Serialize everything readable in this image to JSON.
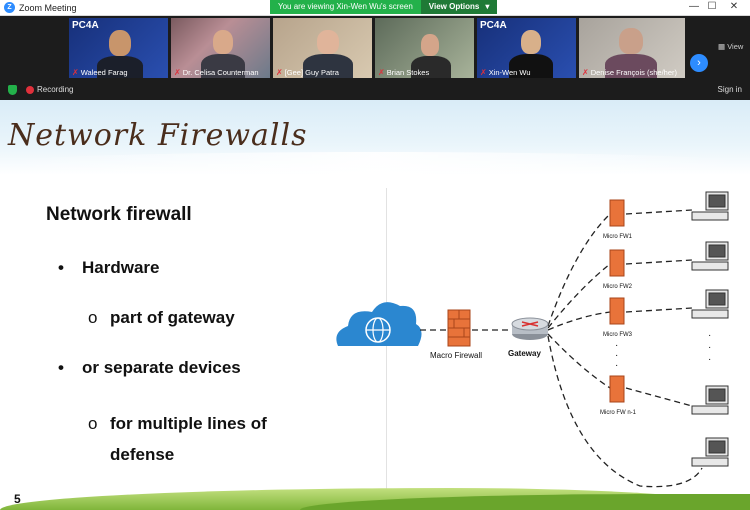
{
  "window": {
    "title": "Zoom Meeting",
    "share_banner": "You are viewing Xin-Wen Wu's screen",
    "view_options": "View Options",
    "minimize": "—",
    "maximize": "☐",
    "close": "✕"
  },
  "gallery": {
    "participants": [
      {
        "name": "Waleed Farag",
        "badge": "PC4A"
      },
      {
        "name": "Dr. Celisa Counterman",
        "badge": ""
      },
      {
        "name": "[Gee] Guy Patra",
        "badge": ""
      },
      {
        "name": "Brian Stokes",
        "badge": ""
      },
      {
        "name": "Xin-Wen Wu",
        "badge": "PC4A"
      },
      {
        "name": "Denise François (she/her)",
        "badge": ""
      }
    ],
    "view_label": "View",
    "next_icon": "chevron-right-icon"
  },
  "status": {
    "recording": "Recording",
    "sign_in": "Sign in"
  },
  "slide": {
    "title": "Network Firewalls",
    "heading": "Network firewall",
    "bullets": {
      "b1": "Hardware",
      "b2": "part of gateway",
      "b3": "or separate devices",
      "b4": "for multiple lines of defense"
    },
    "bullet_glyph": "•",
    "sub_bullet_glyph": "o",
    "page_number": "5",
    "diagram": {
      "macro_firewall": "Macro Firewall",
      "gateway": "Gateway",
      "micro_fws": [
        "Micro FW1",
        "Micro FW2",
        "Micro FW3",
        "Micro FW n-1"
      ],
      "ellipsis": "·"
    }
  },
  "colors": {
    "zoom_blue": "#2d8cff",
    "share_green": "#23b14a",
    "title_brown": "#4a2d1c",
    "firewall_orange": "#e8733a"
  }
}
